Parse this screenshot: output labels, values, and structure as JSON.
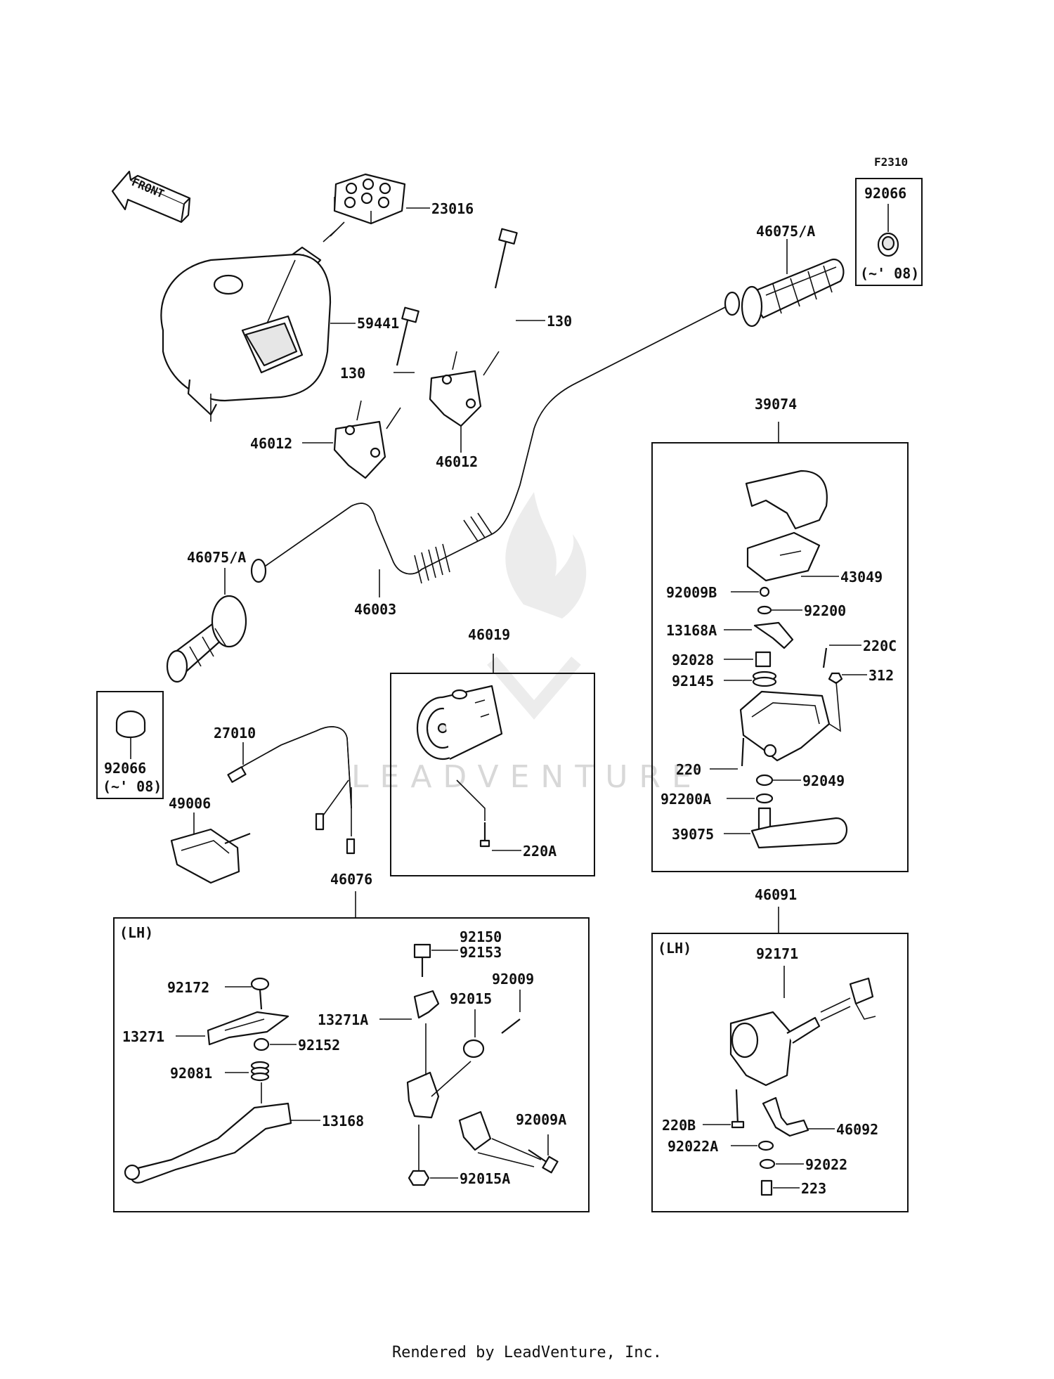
{
  "figure_code": "F2310",
  "watermark": "LEADVENTURE",
  "footer": "Rendered by LeadVenture, Inc.",
  "front_label": "FRONT",
  "boxes": {
    "b46019": {
      "title": "46019"
    },
    "b39074": {
      "title": "39074"
    },
    "b46076": {
      "title": "46076",
      "side": "(LH)"
    },
    "b46091": {
      "title": "46091",
      "side": "(LH)"
    },
    "b92066_top": {
      "title": "92066",
      "note": "(~' 08)"
    },
    "b92066_left": {
      "title": "92066",
      "note": "(~' 08)"
    }
  },
  "labels": {
    "p23016": "23016",
    "p46075a_top": "46075/A",
    "p59441": "59441",
    "p130_a": "130",
    "p130_b": "130",
    "p46012_a": "46012",
    "p46012_b": "46012",
    "p46075a_left": "46075/A",
    "p46003": "46003",
    "p27010": "27010",
    "p49006": "49006",
    "p220a": "220A",
    "p43049": "43049",
    "p92009b": "92009B",
    "p92200": "92200",
    "p13168a": "13168A",
    "p220c": "220C",
    "p92028": "92028",
    "p312": "312",
    "p92145": "92145",
    "p220": "220",
    "p92049": "92049",
    "p92200a": "92200A",
    "p39075": "39075",
    "p92150": "92150",
    "p92153": "92153",
    "p92009": "92009",
    "p92015": "92015",
    "p13271a": "13271A",
    "p92172": "92172",
    "p13271": "13271",
    "p92152": "92152",
    "p92081": "92081",
    "p13168": "13168",
    "p92009a": "92009A",
    "p92015a": "92015A",
    "p92171": "92171",
    "p220b": "220B",
    "p46092": "46092",
    "p92022a": "92022A",
    "p92022": "92022",
    "p223": "223"
  }
}
